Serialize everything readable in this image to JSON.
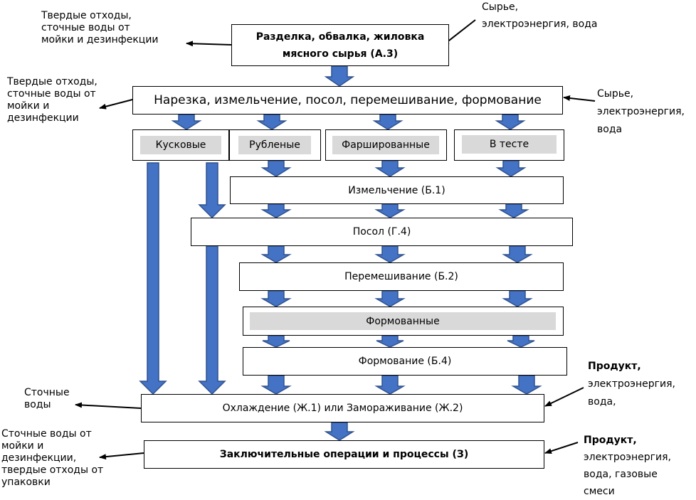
{
  "colors": {
    "arrow_fill": "#4472c4",
    "arrow_stroke": "#2f528f",
    "gray_label": "#d9d9d9"
  },
  "boxes": {
    "razdelka": {
      "line1": "Разделка, обвалка, жиловка",
      "line2": "мясного сырья (А.3)"
    },
    "narezka": "Нарезка, измельчение, посол, перемешивание, формование",
    "categories": [
      "Кусковые",
      "Рубленые",
      "Фаршированные",
      "В тесте"
    ],
    "izmelchenie": "Измельчение (Б.1)",
    "posol": "Посол (Г.4)",
    "peremeshivanie": "Перемешивание (Б.2)",
    "formovannye": "Формованные",
    "formovanie": "Формование (Б.4)",
    "ohlazhdenie": "Охлаждение (Ж.1) или Замораживание (Ж.2)",
    "zaklyuchitelnye": "Заключительные операции и процессы (З)"
  },
  "labels": {
    "out1": [
      "Твердые отходы,",
      "сточные воды от",
      "мойки и дезинфекции"
    ],
    "in1": [
      "Сырье,",
      "электроэнергия, вода"
    ],
    "out2": [
      "Твердые отходы,",
      "сточные воды от",
      "мойки и",
      "дезинфекции"
    ],
    "in2": [
      "Сырье,",
      "электроэнергия,",
      "вода"
    ],
    "out3": [
      "Сточные",
      "воды"
    ],
    "in3": [
      "Продукт,",
      "электроэнергия,",
      "вода,"
    ],
    "out4": [
      "Сточные воды от",
      "мойки и",
      "дезинфекции,",
      "твердые отходы от",
      "упаковки"
    ],
    "in4": [
      "Продукт,",
      "электроэнергия,",
      "вода, газовые",
      "смеси"
    ]
  }
}
